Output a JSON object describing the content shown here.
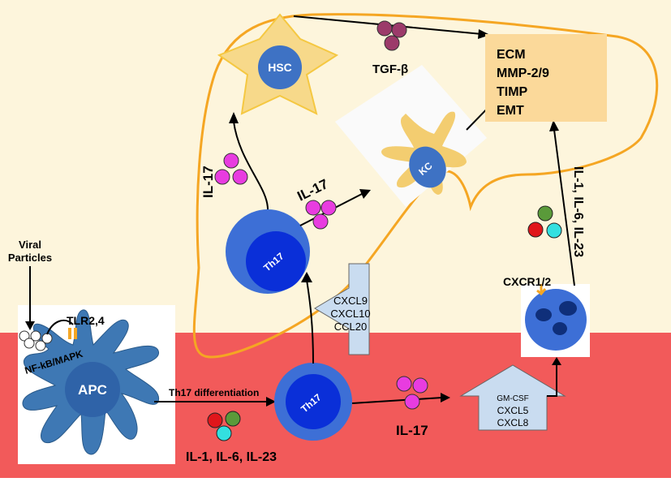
{
  "labels": {
    "viral": "Viral",
    "particles": "Particles",
    "tlr": "TLR2,4",
    "nfkb": "NF-kB/MAPK",
    "apc": "APC",
    "th17_diff": "Th17 differentiation",
    "il_bottom": "IL-1, IL-6, IL-23",
    "th17": "Th17",
    "il17": "IL-17",
    "il17_right": "IL-17",
    "hsc": "HSC",
    "kc": "KC",
    "tgf": "TGF-β",
    "cxcr": "CXCR1/2",
    "il_vertical": "IL-1, IL-6, IL-23"
  },
  "ecm_box": [
    "ECM",
    "MMP-2/9",
    "TIMP",
    "EMT"
  ],
  "chemokines_left": [
    "CXCL9",
    "CXCL10",
    "CCL20"
  ],
  "chemokines_bottom": [
    "GM-CSF",
    "CXCL5",
    "CXCL8"
  ],
  "colors": {
    "liver_bg": "#fdf5dc",
    "blood_bg": "#f25a5a",
    "liver_outline": "#f5a623",
    "magenta": "#e83ce0",
    "tgf_purple": "#9c3a6a",
    "red": "#e0161b",
    "green": "#5a9a3a",
    "cyan": "#33e0e0",
    "th17_outer": "#3d6fd6",
    "th17_inner": "#0a2fd8",
    "apc_blue": "#3e78b4",
    "box_fill": "#fbd99a",
    "arrow_fill": "#c9dcf0"
  }
}
